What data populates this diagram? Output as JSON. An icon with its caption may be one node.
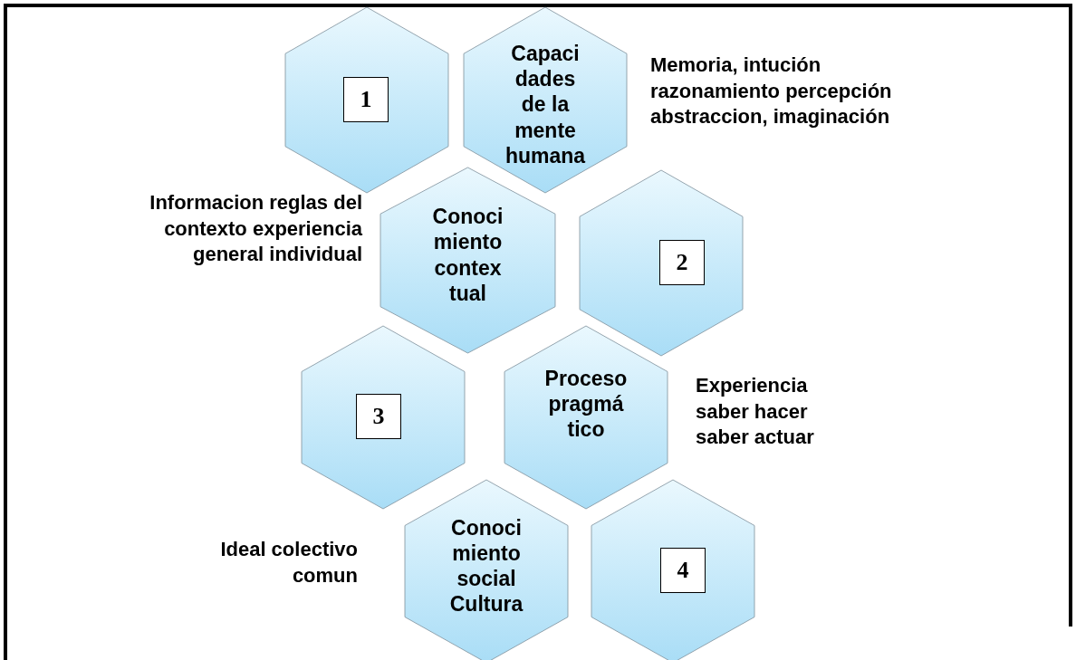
{
  "diagram": {
    "nodes": [
      {
        "text": [],
        "shape": "hexagon"
      },
      {
        "text": [
          "1"
        ],
        "in": 0
      },
      {
        "text": [
          "Capaci dades de la mente humana"
        ],
        "beside": [
          "Memoria, intución razonamiento percepción abstraccion, imaginación"
        ]
      },
      {
        "text": [
          "Conoci miento contex tual"
        ],
        "beside": [
          "Informacion reglas del contexto experiencia general individual"
        ]
      },
      {
        "text": [],
        "shape": "hexagon"
      },
      {
        "text": [
          "2"
        ],
        "in": 4
      },
      {
        "text": [],
        "shape": "hexagon"
      },
      {
        "text": [
          "3"
        ],
        "in": 6
      },
      {
        "text": [
          "Proceso pragmá tico"
        ],
        "beside": [
          "Experiencia saber hacer saber actuar"
        ]
      },
      {
        "text": [
          "Conoci miento social Cultura"
        ],
        "beside": [
          "Ideal colectivo comun"
        ]
      },
      {
        "text": [],
        "shape": "hexagon"
      },
      {
        "text": [
          "4"
        ],
        "in": 10
      }
    ]
  }
}
